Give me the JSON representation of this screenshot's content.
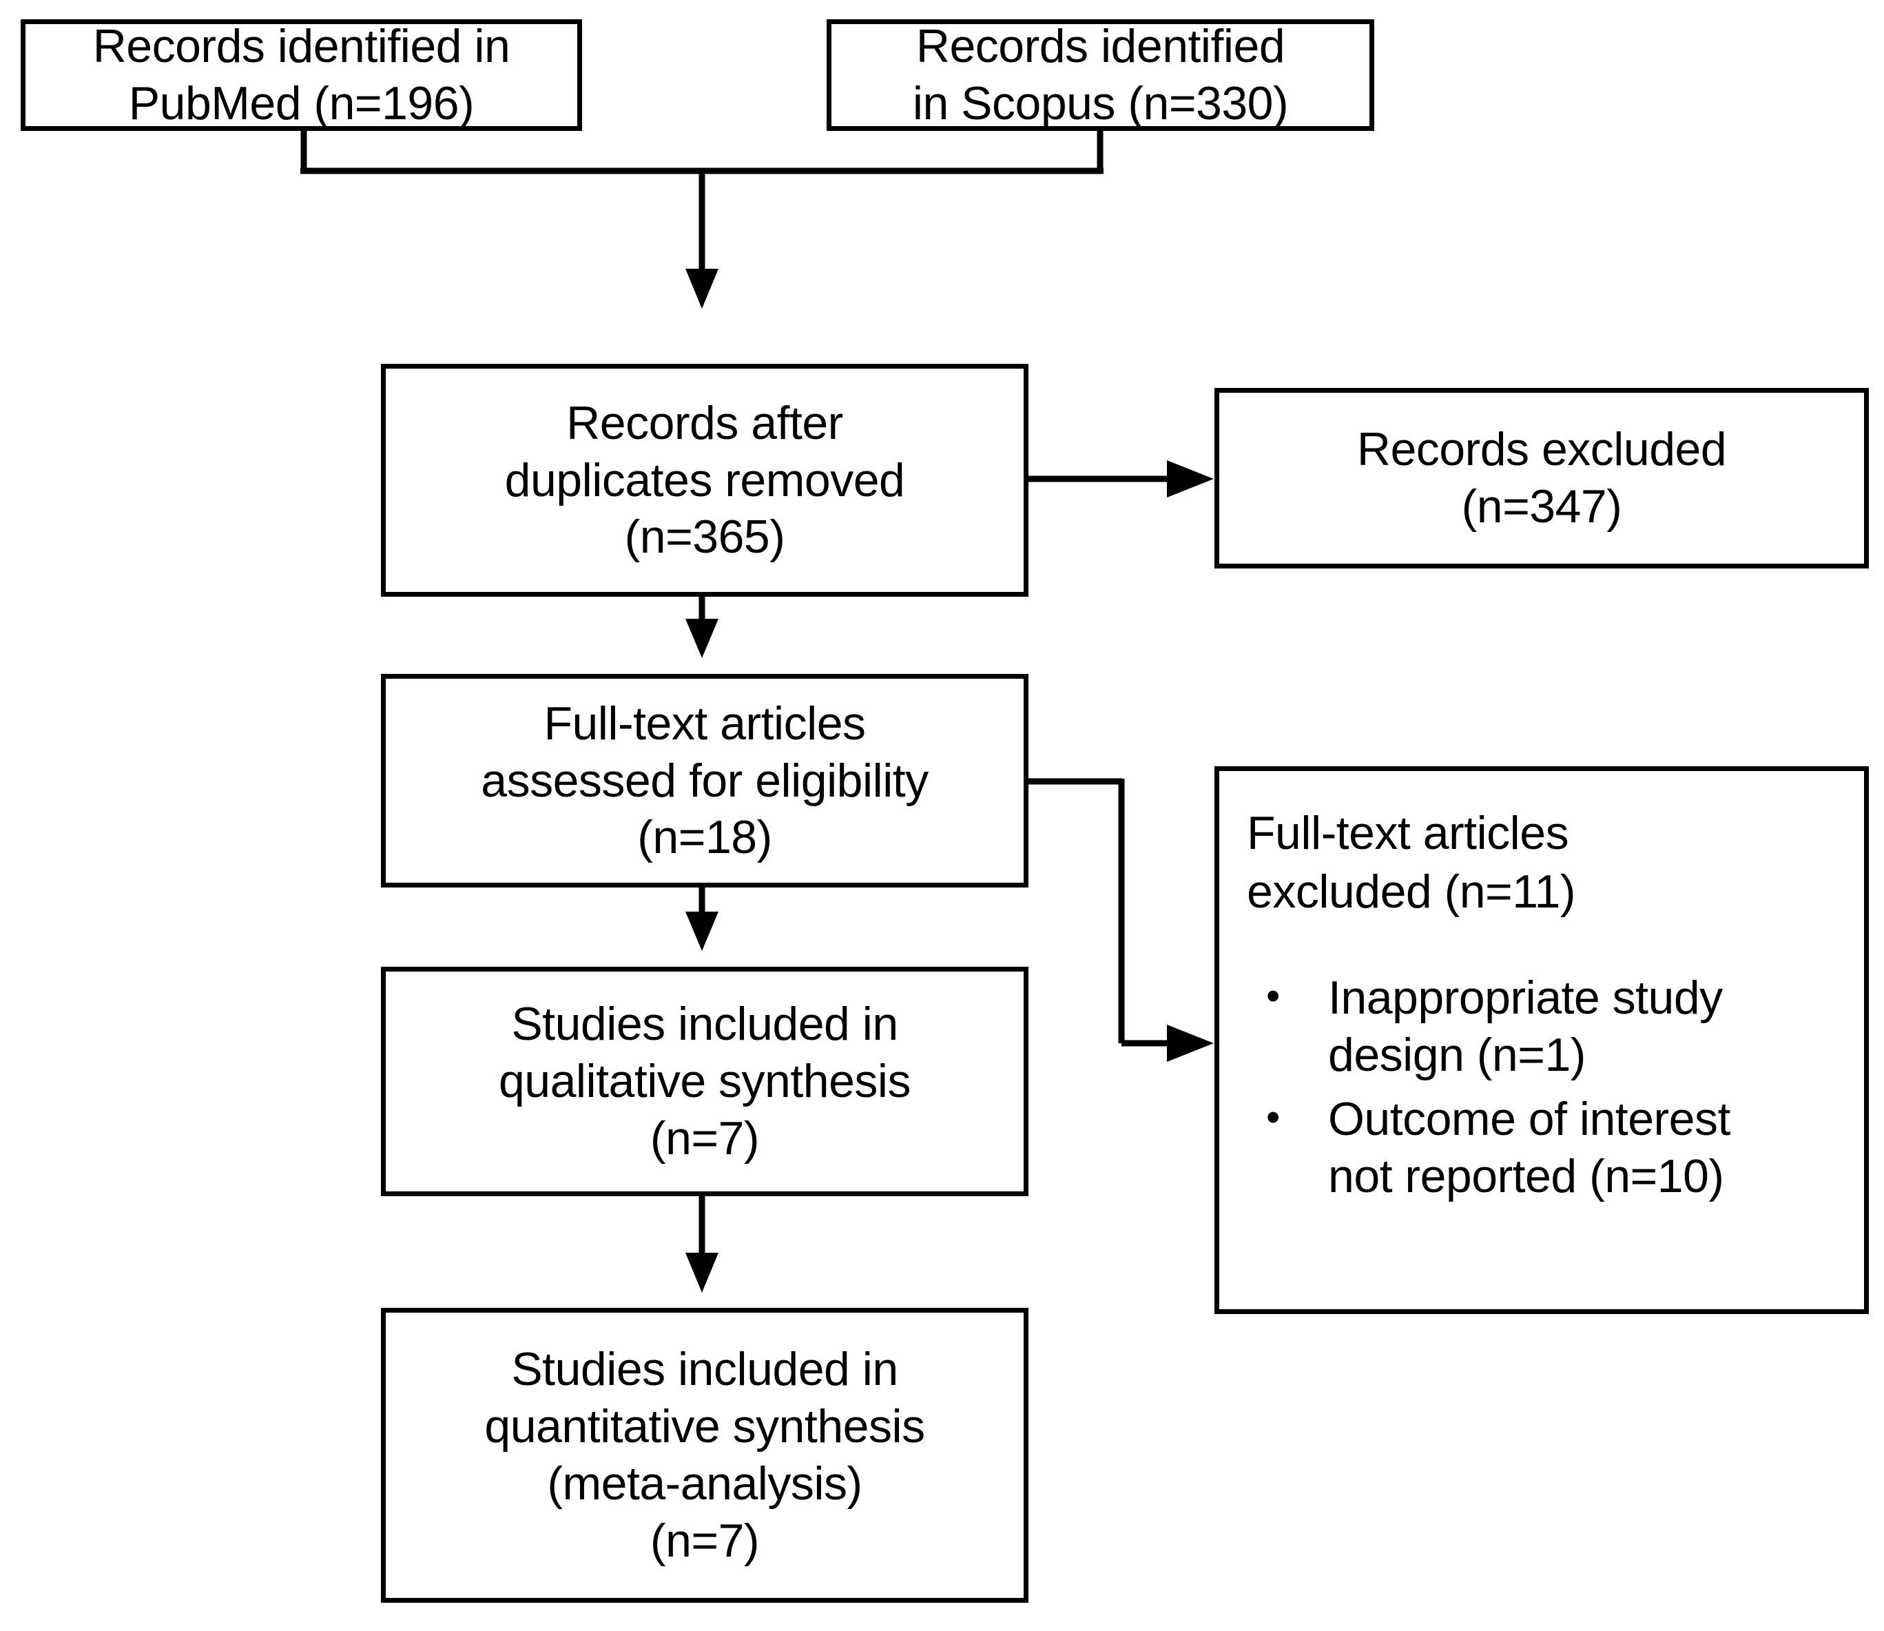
{
  "diagram": {
    "type": "prisma-flow-diagram",
    "title": "PRISMA study selection flow diagram",
    "colors": {
      "stroke": "#000000",
      "fill": "#ffffff",
      "text": "#000000"
    },
    "boxes": {
      "pubmed": {
        "lines": [
          "Records identified in",
          "PubMed (n=196)"
        ],
        "count": 196,
        "source": "PubMed"
      },
      "scopus": {
        "lines": [
          "Records identified",
          "in Scopus (n=330)"
        ],
        "count": 330,
        "source": "Scopus"
      },
      "duplicates_removed": {
        "lines": [
          "Records after",
          "duplicates removed",
          "(n=365)"
        ],
        "count": 365
      },
      "records_excluded": {
        "lines": [
          "Records excluded",
          "(n=347)"
        ],
        "count": 347
      },
      "eligibility": {
        "lines": [
          "Full-text articles",
          "assessed for eligibility",
          "(n=18)"
        ],
        "count": 18
      },
      "qualitative": {
        "lines": [
          "Studies included in",
          "qualitative synthesis",
          "(n=7)"
        ],
        "count": 7
      },
      "quantitative": {
        "lines": [
          "Studies included in",
          "quantitative synthesis",
          "(meta-analysis)",
          "(n=7)"
        ],
        "count": 7
      },
      "fulltext_excluded": {
        "heading_lines": [
          "Full-text articles",
          "excluded (n=11)"
        ],
        "count": 11,
        "bullet_marker": "•",
        "reasons": [
          {
            "lines": [
              "Inappropriate study",
              "design (n=1)"
            ],
            "count": 1
          },
          {
            "lines": [
              "Outcome of interest",
              "not reported (n=10)"
            ],
            "count": 10
          }
        ]
      }
    }
  }
}
